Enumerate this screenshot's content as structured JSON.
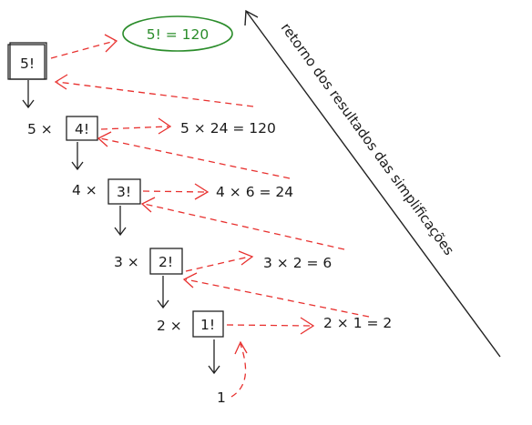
{
  "root": {
    "box": "5!"
  },
  "result": "5! = 120",
  "steps": [
    {
      "factor": "5 ×",
      "box": "4!",
      "result": "5 × 24 = 120"
    },
    {
      "factor": "4 ×",
      "box": "3!",
      "result": "4 × 6 = 24"
    },
    {
      "factor": "3 ×",
      "box": "2!",
      "result": "3 × 2 = 6"
    },
    {
      "factor": "2 ×",
      "box": "1!",
      "result": "2 × 1 = 2"
    }
  ],
  "base": "1",
  "side_label": "retorno dos resultados das simplificações",
  "colors": {
    "ink": "#222222",
    "return_arrows": "#e8312f",
    "final_result": "#2a8c2a"
  }
}
